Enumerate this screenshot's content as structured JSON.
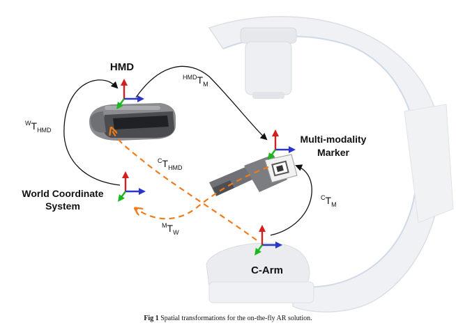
{
  "labels": {
    "hmd": "HMD",
    "marker_line1": "Multi-modality",
    "marker_line2": "Marker",
    "world_line1": "World Coordinate",
    "world_line2": "System",
    "carm": "C-Arm"
  },
  "transforms": {
    "hmd_m": {
      "sup": "HMD",
      "main": "T",
      "sub": "M"
    },
    "w_hmd": {
      "sup": "W",
      "main": "T",
      "sub": "HMD"
    },
    "c_hmd": {
      "sup": "C",
      "main": "T",
      "sub": "HMD"
    },
    "c_m": {
      "sup": "C",
      "main": "T",
      "sub": "M"
    },
    "m_w": {
      "sup": "M",
      "main": "T",
      "sub": "W"
    }
  },
  "caption": {
    "prefix": "Fig 1",
    "text": " Spatial transformations for the on-the-fly AR solution."
  },
  "colors": {
    "axis_x": "#2a36c8",
    "axis_y": "#d21f1f",
    "axis_z": "#19b81c",
    "dashed": "#f07b18",
    "solid": "#111111"
  }
}
